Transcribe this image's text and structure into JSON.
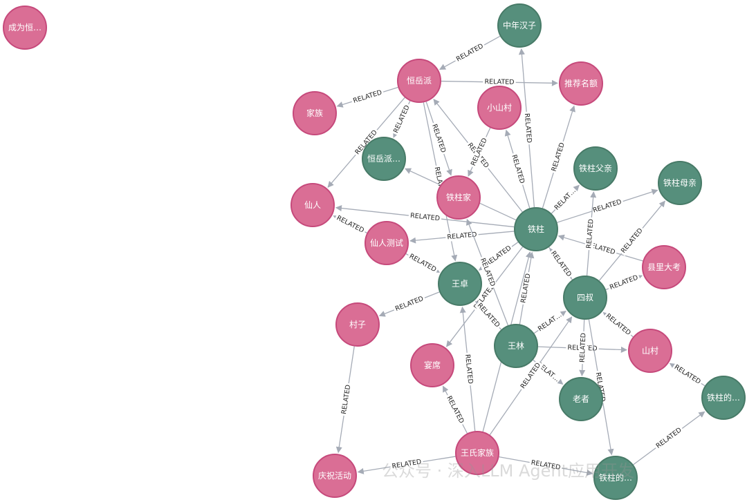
{
  "colors": {
    "concept": "#da6e95",
    "concept_border": "#c6497b",
    "entity": "#568f7c",
    "entity_border": "#477a67",
    "edge": "#a5abb6"
  },
  "nodes": [
    {
      "id": "n1",
      "label": "成为恒…",
      "kind": "concept"
    },
    {
      "id": "n2",
      "label": "中年汉子",
      "kind": "entity"
    },
    {
      "id": "n3",
      "label": "恒岳派",
      "kind": "concept"
    },
    {
      "id": "n4",
      "label": "推荐名额",
      "kind": "concept"
    },
    {
      "id": "n5",
      "label": "家族",
      "kind": "concept"
    },
    {
      "id": "n6",
      "label": "小山村",
      "kind": "concept"
    },
    {
      "id": "n7",
      "label": "恒岳派…",
      "kind": "entity"
    },
    {
      "id": "n8",
      "label": "铁柱父亲",
      "kind": "entity"
    },
    {
      "id": "n9",
      "label": "铁柱母亲",
      "kind": "entity"
    },
    {
      "id": "n10",
      "label": "铁柱家",
      "kind": "concept"
    },
    {
      "id": "n11",
      "label": "仙人",
      "kind": "concept"
    },
    {
      "id": "n12",
      "label": "铁柱",
      "kind": "entity"
    },
    {
      "id": "n13",
      "label": "仙人测试",
      "kind": "concept"
    },
    {
      "id": "n14",
      "label": "县里大考",
      "kind": "concept"
    },
    {
      "id": "n15",
      "label": "王卓",
      "kind": "entity"
    },
    {
      "id": "n16",
      "label": "四叔",
      "kind": "entity"
    },
    {
      "id": "n17",
      "label": "村子",
      "kind": "concept"
    },
    {
      "id": "n18",
      "label": "王林",
      "kind": "entity"
    },
    {
      "id": "n19",
      "label": "山村",
      "kind": "concept"
    },
    {
      "id": "n20",
      "label": "宴席",
      "kind": "concept"
    },
    {
      "id": "n21",
      "label": "老者",
      "kind": "entity"
    },
    {
      "id": "n22",
      "label": "铁柱的…",
      "kind": "entity"
    },
    {
      "id": "n23",
      "label": "王氏家族",
      "kind": "concept"
    },
    {
      "id": "n24",
      "label": "庆祝活动",
      "kind": "concept"
    },
    {
      "id": "n25",
      "label": "铁柱的…",
      "kind": "entity"
    }
  ],
  "edges": [
    {
      "from": "n2",
      "to": "n3",
      "label": "RELATED"
    },
    {
      "from": "n3",
      "to": "n4",
      "label": "RELATED"
    },
    {
      "from": "n3",
      "to": "n5",
      "label": "RELATED"
    },
    {
      "from": "n3",
      "to": "n11",
      "label": "RELATED"
    },
    {
      "from": "n3",
      "to": "n7",
      "label": "RELATED"
    },
    {
      "from": "n3",
      "to": "n10",
      "label": "RELATED"
    },
    {
      "from": "n3",
      "to": "n15",
      "label": "RELATED"
    },
    {
      "from": "n12",
      "to": "n3",
      "label": "RELATED"
    },
    {
      "from": "n6",
      "to": "n10",
      "label": "RELATED"
    },
    {
      "from": "n12",
      "to": "n6",
      "label": "RELATED"
    },
    {
      "from": "n12",
      "to": "n2",
      "label": "RELATED"
    },
    {
      "from": "n12",
      "to": "n4",
      "label": "RELATED"
    },
    {
      "from": "n12",
      "to": "n8",
      "label": "RELAT…"
    },
    {
      "from": "n12",
      "to": "n9",
      "label": "RELATED"
    },
    {
      "from": "n12",
      "to": "n11",
      "label": "RELATED"
    },
    {
      "from": "n12",
      "to": "n13",
      "label": "RELATED"
    },
    {
      "from": "n12",
      "to": "n15",
      "label": "RELATED"
    },
    {
      "from": "n12",
      "to": "n7",
      "label": "RELATED"
    },
    {
      "from": "n12",
      "to": "n20",
      "label": "RELATED"
    },
    {
      "from": "n12",
      "to": "n16",
      "label": "RELATED"
    },
    {
      "from": "n16",
      "to": "n12",
      "label": "RELATED"
    },
    {
      "from": "n14",
      "to": "n12",
      "label": "RELATED"
    },
    {
      "from": "n18",
      "to": "n12",
      "label": "RELATED"
    },
    {
      "from": "n18",
      "to": "n15",
      "label": "RELATED"
    },
    {
      "from": "n18",
      "to": "n16",
      "label": "RELAT…"
    },
    {
      "from": "n18",
      "to": "n19",
      "label": "RELATED"
    },
    {
      "from": "n18",
      "to": "n21",
      "label": "RELAT…"
    },
    {
      "from": "n18",
      "to": "n10",
      "label": "RELATED"
    },
    {
      "from": "n13",
      "to": "n11",
      "label": "RELATED"
    },
    {
      "from": "n13",
      "to": "n15",
      "label": "RELATED"
    },
    {
      "from": "n15",
      "to": "n17",
      "label": "RELATED"
    },
    {
      "from": "n16",
      "to": "n14",
      "label": "RELATED"
    },
    {
      "from": "n16",
      "to": "n9",
      "label": "RELATED"
    },
    {
      "from": "n16",
      "to": "n8",
      "label": "RELATED"
    },
    {
      "from": "n16",
      "to": "n21",
      "label": "RELATED"
    },
    {
      "from": "n16",
      "to": "n25",
      "label": "RELATED"
    },
    {
      "from": "n19",
      "to": "n16",
      "label": "RELATED"
    },
    {
      "from": "n17",
      "to": "n24",
      "label": "RELATED"
    },
    {
      "from": "n23",
      "to": "n24",
      "label": "RELATED"
    },
    {
      "from": "n23",
      "to": "n25",
      "label": "RELATED"
    },
    {
      "from": "n23",
      "to": "n20",
      "label": "RELATED"
    },
    {
      "from": "n23",
      "to": "n15",
      "label": "RELATED"
    },
    {
      "from": "n23",
      "to": "n12",
      "label": "RELATED"
    },
    {
      "from": "n23",
      "to": "n16",
      "label": "RELATED"
    },
    {
      "from": "n25",
      "to": "n22",
      "label": "RELATED"
    },
    {
      "from": "n22",
      "to": "n19",
      "label": "RELATED"
    }
  ],
  "watermark": "公众号 · 深入LLM Agent应用开发"
}
